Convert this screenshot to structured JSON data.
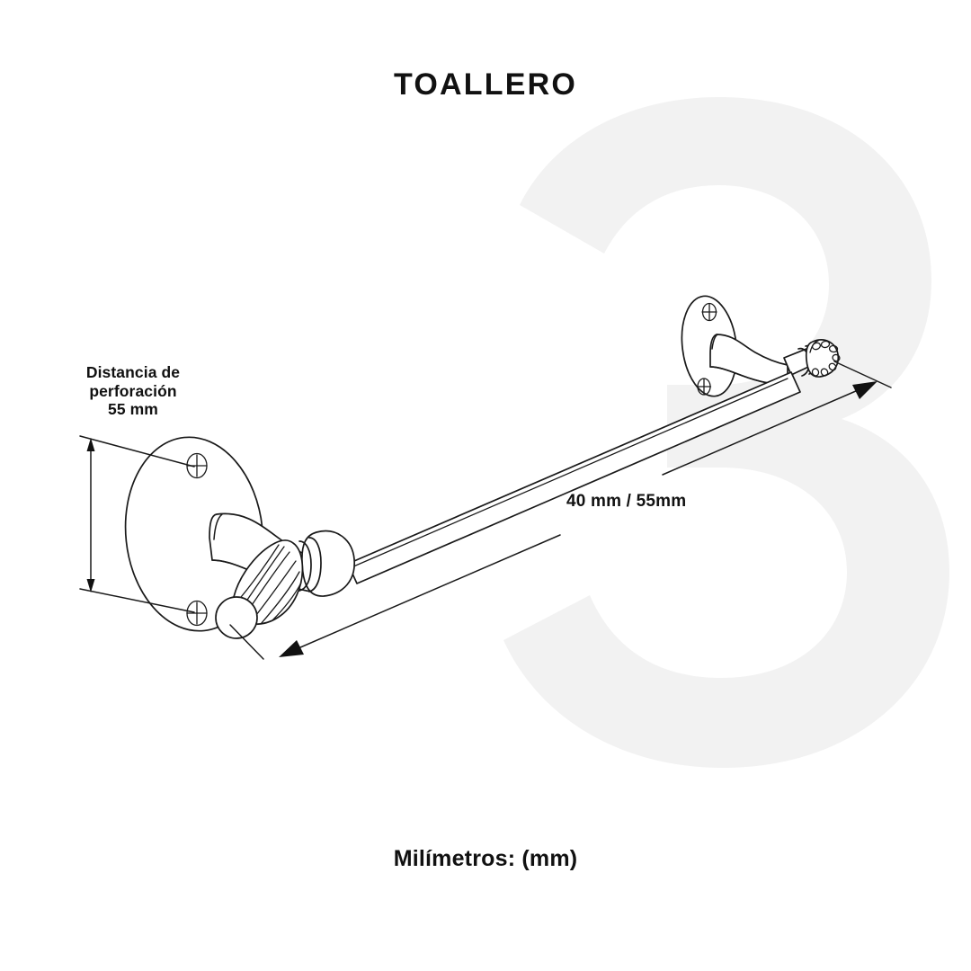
{
  "page": {
    "background_color": "#ffffff",
    "line_color": "#1a1a1a",
    "watermark_color": "#f2f2f2",
    "watermark_character": "3"
  },
  "title": "TOALLERO",
  "footer": {
    "units_label": "Milímetros: (mm)"
  },
  "dimensions": {
    "drill_distance": {
      "line1": "Distancia de",
      "line2": "perforación",
      "line3": "55 mm",
      "full_text": "Distancia de perforación 55 mm",
      "value": "55",
      "unit": "mm"
    },
    "bar_projection": {
      "label": "40 mm / 55mm",
      "value_a": "40 mm",
      "value_b": "55mm"
    }
  },
  "product": {
    "name": "TOALLERO",
    "parts": {
      "wall_plate": "oval-wall-plate",
      "screw_hole": "crosshair-screw-hole",
      "neck": "flared-neck",
      "finial": "fluted-finial",
      "collar": "collar-ring",
      "bar": "towel-bar"
    },
    "screw_holes_per_plate": 2,
    "brackets": 2
  }
}
